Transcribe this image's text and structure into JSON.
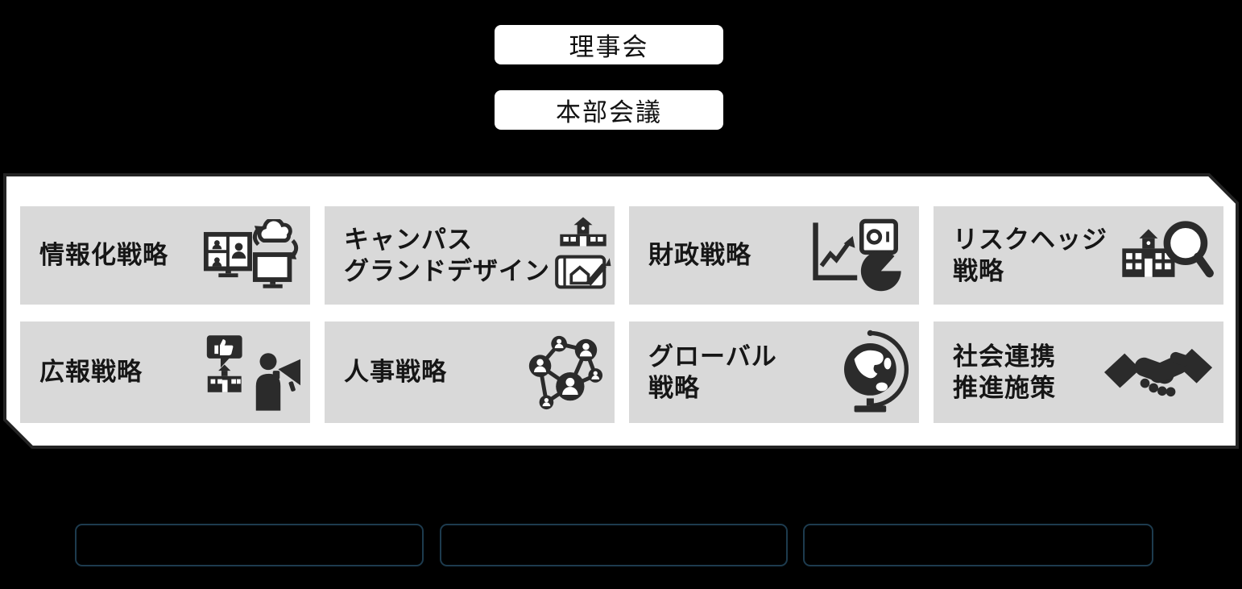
{
  "slide": {
    "top_boxes": [
      {
        "label": "理事会"
      },
      {
        "label": "本部会議"
      }
    ],
    "strategy_cards": [
      {
        "lines": [
          "情報化戦略"
        ],
        "icon": "remote-work-cloud-icon"
      },
      {
        "lines": [
          "キャンパス",
          "グランドデザイン"
        ],
        "icon": "campus-blueprint-icon"
      },
      {
        "lines": [
          "財政戦略"
        ],
        "icon": "chart-safe-pie-icon"
      },
      {
        "lines": [
          "リスクヘッジ",
          "戦略"
        ],
        "icon": "school-magnifier-icon"
      },
      {
        "lines": [
          "広報戦略"
        ],
        "icon": "announcement-megaphone-icon"
      },
      {
        "lines": [
          "人事戦略"
        ],
        "icon": "people-network-icon"
      },
      {
        "lines": [
          "グローバル",
          "戦略"
        ],
        "icon": "desk-globe-icon"
      },
      {
        "lines": [
          "社会連携",
          "推進施策"
        ],
        "icon": "handshake-icon"
      }
    ],
    "bottom_placeholder_count": "3"
  },
  "colors": {
    "background": "#000000",
    "panel_fill": "#ffffff",
    "panel_border": "#242424",
    "card_fill": "#d9d9d9",
    "label_text": "#161616",
    "icon": "#2b2b2b",
    "placeholder_border": "#1d3b4e"
  }
}
